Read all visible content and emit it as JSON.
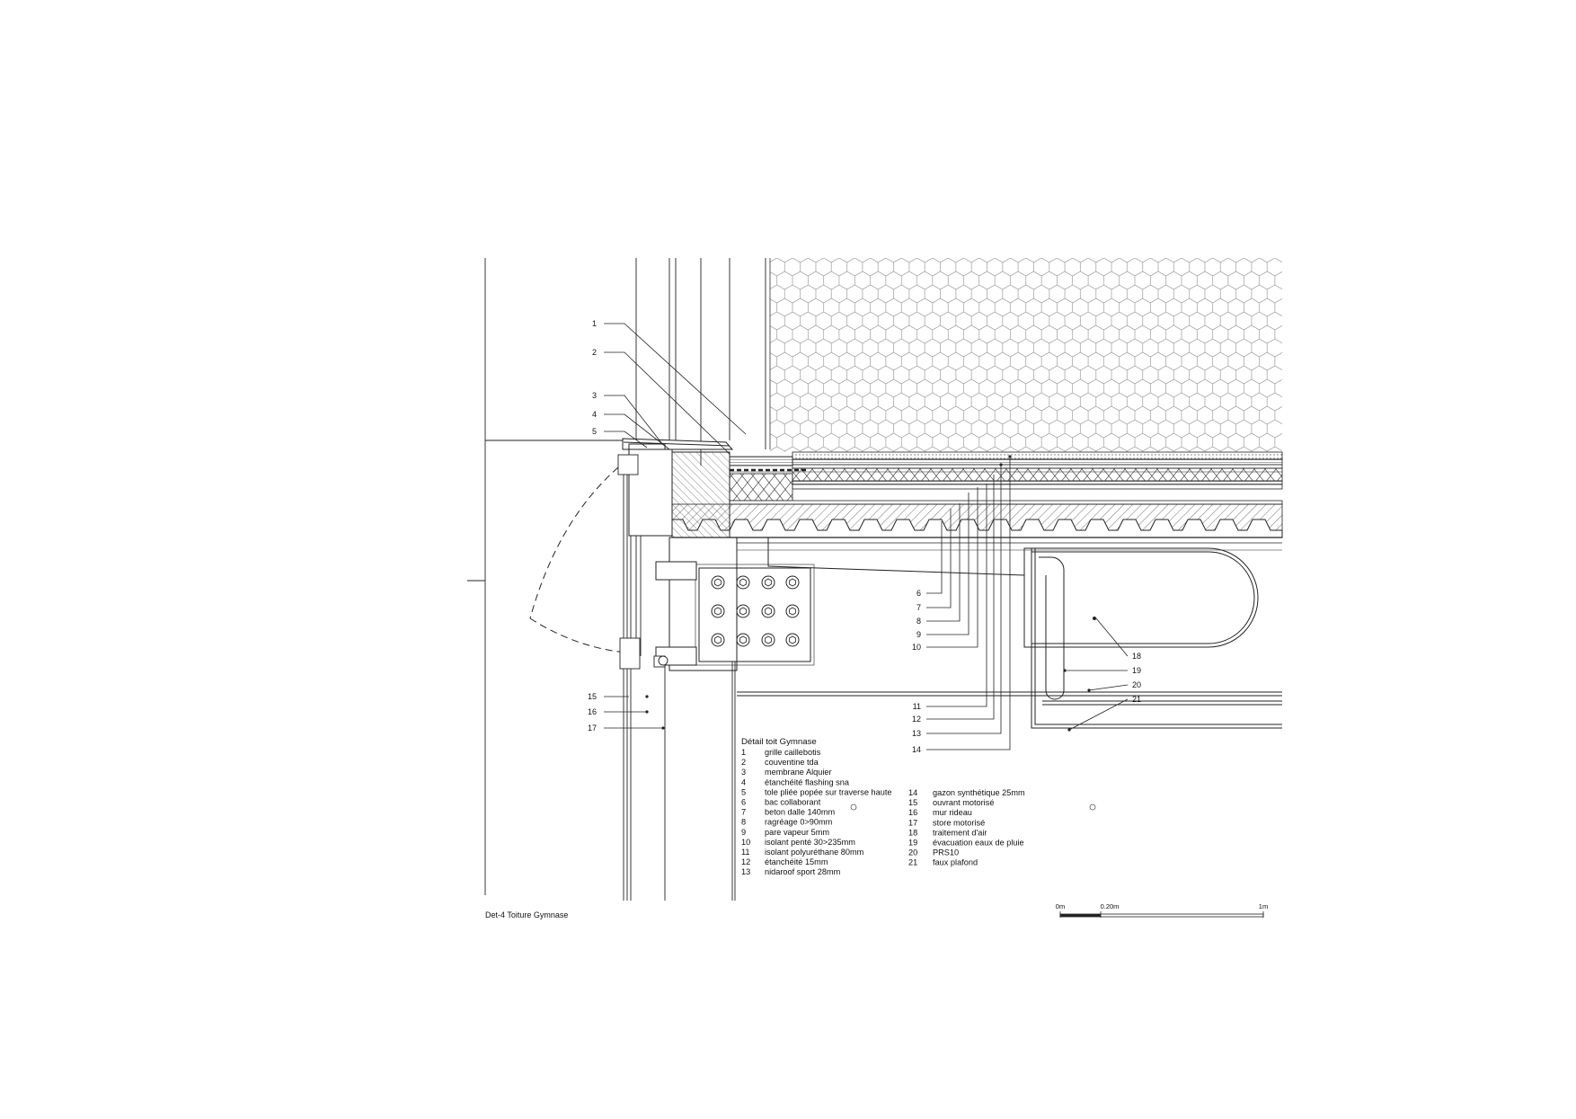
{
  "drawing": {
    "caption": "Det-4 Toiture Gymnase",
    "legend_title": "Détail toit Gymnase",
    "legend_left": [
      {
        "num": "1",
        "label": "grille caillebotis"
      },
      {
        "num": "2",
        "label": "couventine tda"
      },
      {
        "num": "3",
        "label": "membrane Alquier"
      },
      {
        "num": "4",
        "label": "étanchéité flashing sna"
      },
      {
        "num": "5",
        "label": "tole pliée popée sur traverse haute"
      },
      {
        "num": "6",
        "label": "bac collaborant"
      },
      {
        "num": "7",
        "label": "beton dalle 140mm"
      },
      {
        "num": "8",
        "label": "ragréage 0>90mm"
      },
      {
        "num": "9",
        "label": "pare vapeur 5mm"
      },
      {
        "num": "10",
        "label": "isolant penté 30>235mm"
      },
      {
        "num": "11",
        "label": "isolant polyuréthane 80mm"
      },
      {
        "num": "12",
        "label": "étanchéité 15mm"
      },
      {
        "num": "13",
        "label": "nidaroof sport 28mm"
      }
    ],
    "legend_right": [
      {
        "num": "14",
        "label": "gazon synthétique 25mm"
      },
      {
        "num": "15",
        "label": "ouvrant motorisé"
      },
      {
        "num": "16",
        "label": "mur rideau"
      },
      {
        "num": "17",
        "label": "store motorisé"
      },
      {
        "num": "18",
        "label": "traitement d'air"
      },
      {
        "num": "19",
        "label": "évacuation eaux de pluie"
      },
      {
        "num": "20",
        "label": "PRS10"
      },
      {
        "num": "21",
        "label": "faux plafond"
      }
    ],
    "callouts": {
      "c1": "1",
      "c2": "2",
      "c3": "3",
      "c4": "4",
      "c5": "5",
      "c6": "6",
      "c7": "7",
      "c8": "8",
      "c9": "9",
      "c10": "10",
      "c11": "11",
      "c12": "12",
      "c13": "13",
      "c14": "14",
      "c15": "15",
      "c16": "16",
      "c17": "17",
      "c18": "18",
      "c19": "19",
      "c20": "20",
      "c21": "21"
    },
    "scale": {
      "start": "0m",
      "mid": "0.20m",
      "end": "1m"
    }
  }
}
